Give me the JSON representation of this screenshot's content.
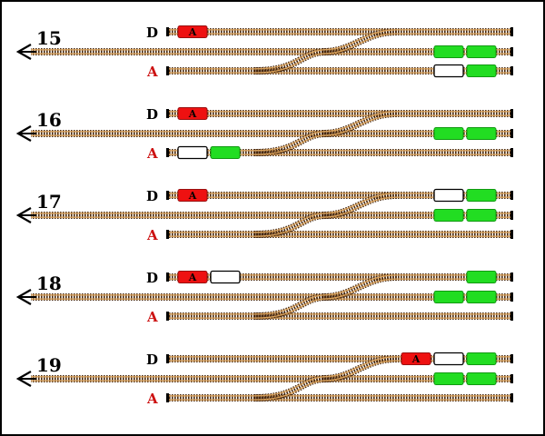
{
  "puzzle": {
    "colors": {
      "engine": "#ee1111",
      "green_car": "#22dd22",
      "empty_car": "#ffffff",
      "label_a": "#cc1111",
      "label_d": "#000000",
      "rail": "#d9a15a",
      "tie": "#4a2a10"
    },
    "levels": [
      {
        "number": "15",
        "label_d": "D",
        "label_a": "A",
        "top_track": [
          {
            "kind": "engine",
            "label": "A",
            "slot": 0
          }
        ],
        "middle_track": [
          {
            "kind": "green",
            "slot": -2
          },
          {
            "kind": "green",
            "slot": -1
          }
        ],
        "bottom_track": [
          {
            "kind": "empty",
            "slot": -2
          },
          {
            "kind": "green",
            "slot": -1
          }
        ]
      },
      {
        "number": "16",
        "label_d": "D",
        "label_a": "A",
        "top_track": [
          {
            "kind": "engine",
            "label": "A",
            "slot": 0
          }
        ],
        "middle_track": [
          {
            "kind": "green",
            "slot": -2
          },
          {
            "kind": "green",
            "slot": -1
          }
        ],
        "bottom_track": [
          {
            "kind": "empty",
            "slot": 0
          },
          {
            "kind": "green",
            "slot": 1
          }
        ]
      },
      {
        "number": "17",
        "label_d": "D",
        "label_a": "A",
        "top_track": [
          {
            "kind": "engine",
            "label": "A",
            "slot": 0
          },
          {
            "kind": "empty",
            "slot": -2
          },
          {
            "kind": "green",
            "slot": -1
          }
        ],
        "middle_track": [
          {
            "kind": "green",
            "slot": -2
          },
          {
            "kind": "green",
            "slot": -1
          }
        ],
        "bottom_track": []
      },
      {
        "number": "18",
        "label_d": "D",
        "label_a": "A",
        "top_track": [
          {
            "kind": "engine",
            "label": "A",
            "slot": 0
          },
          {
            "kind": "empty",
            "slot": 1
          },
          {
            "kind": "green",
            "slot": -1
          }
        ],
        "middle_track": [
          {
            "kind": "green",
            "slot": -2
          },
          {
            "kind": "green",
            "slot": -1
          }
        ],
        "bottom_track": []
      },
      {
        "number": "19",
        "label_d": "D",
        "label_a": "A",
        "top_track": [
          {
            "kind": "engine",
            "label": "A",
            "slot": -3
          },
          {
            "kind": "empty",
            "slot": -2
          },
          {
            "kind": "green",
            "slot": -1
          }
        ],
        "middle_track": [
          {
            "kind": "green",
            "slot": -2
          },
          {
            "kind": "green",
            "slot": -1
          }
        ],
        "bottom_track": []
      }
    ]
  }
}
